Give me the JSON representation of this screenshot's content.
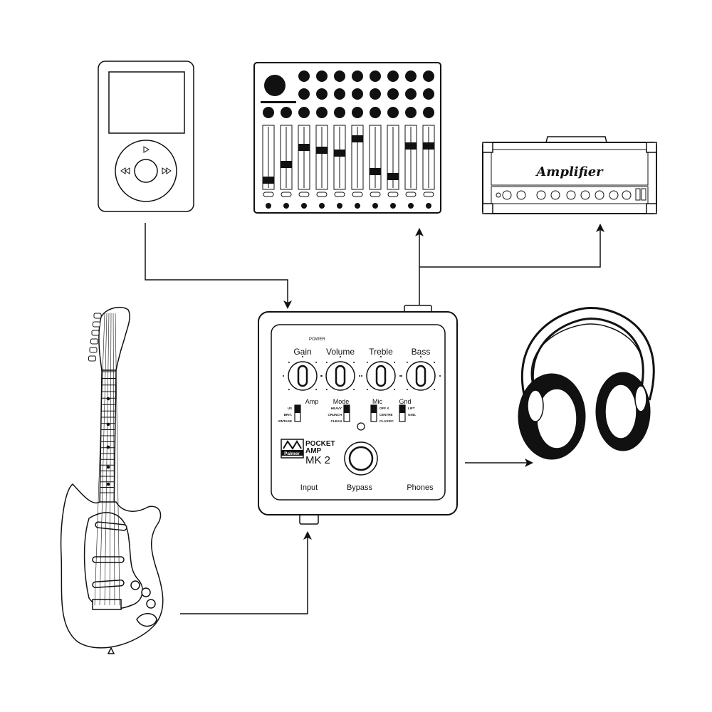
{
  "amplifier": {
    "logo_text": "Amplifier"
  },
  "pocket_amp": {
    "power_label": "POWER",
    "knobs": [
      "Gain",
      "Volume",
      "Treble",
      "Bass"
    ],
    "switches": [
      {
        "name": "Amp",
        "options": [
          "US",
          "BRIT.",
          "VINTAGE"
        ]
      },
      {
        "name": "Mode",
        "options": [
          "HEAVY",
          "CRUNCH",
          "CLEAN"
        ]
      },
      {
        "name": "Mic",
        "options": [
          "OFF X",
          "CENTRE",
          "CLASSIC"
        ]
      },
      {
        "name": "Gnd",
        "options": [
          "LIFT",
          "GND."
        ]
      }
    ],
    "brand": "Palmer",
    "model_line1": "POCKET",
    "model_line2": "AMP",
    "model_line3": "MK 2",
    "bottom_labels": {
      "input": "Input",
      "bypass": "Bypass",
      "phones": "Phones"
    }
  }
}
